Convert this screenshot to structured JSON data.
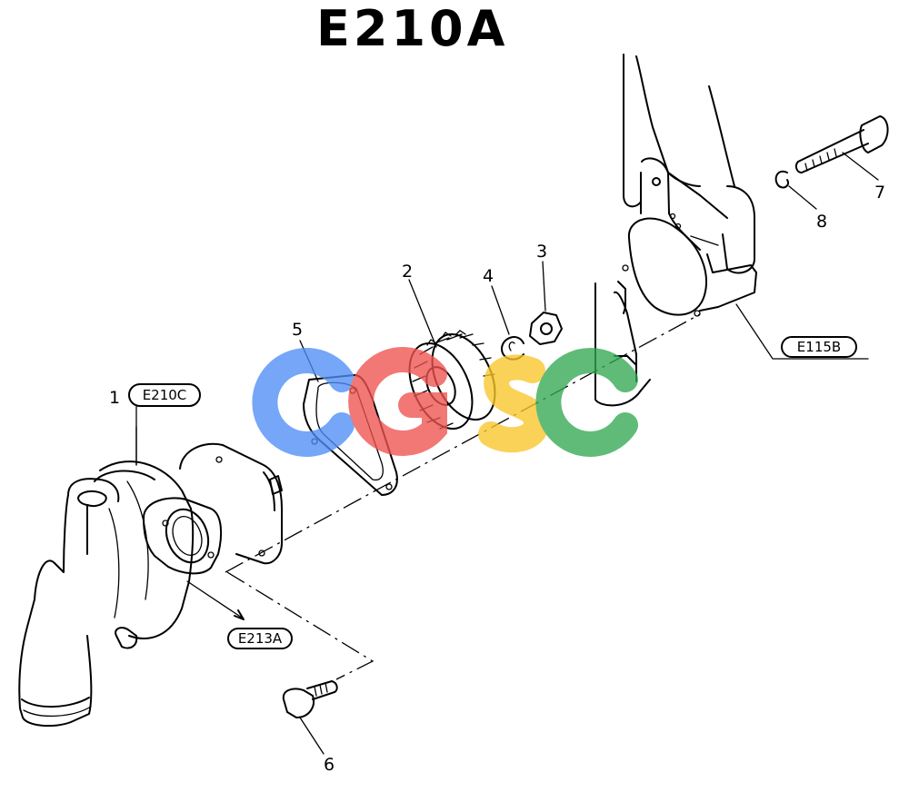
{
  "title": "E210A",
  "callouts": {
    "p1": "1",
    "p2": "2",
    "p3": "3",
    "p4": "4",
    "p5": "5",
    "p6": "6",
    "p7": "7",
    "p8": "8"
  },
  "refs": {
    "pump_body": "E210C",
    "bracket": "E213A",
    "gear_case": "E115B"
  },
  "watermark": {
    "text": "CGSC",
    "colors": [
      "#4f8ef7",
      "#ef5350",
      "#f9c62a",
      "#34a853"
    ]
  }
}
